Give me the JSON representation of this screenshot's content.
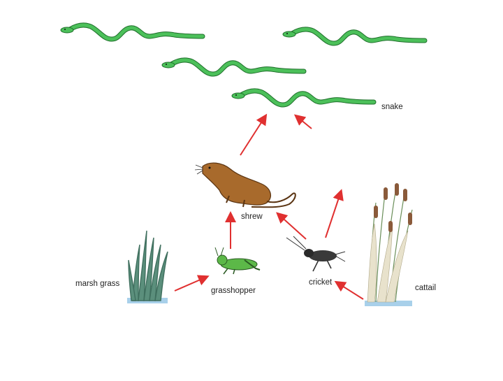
{
  "diagram": {
    "nodes": [
      {
        "id": "snake",
        "label": "snake",
        "icon": "snake-icon"
      },
      {
        "id": "shrew",
        "label": "shrew",
        "icon": "shrew-icon"
      },
      {
        "id": "grasshopper",
        "label": "grasshopper",
        "icon": "grasshopper-icon"
      },
      {
        "id": "cricket",
        "label": "cricket",
        "icon": "cricket-icon"
      },
      {
        "id": "marsh_grass",
        "label": "marsh grass",
        "icon": "marsh-grass-icon"
      },
      {
        "id": "cattail",
        "label": "cattail",
        "icon": "cattail-icon"
      }
    ],
    "edges": [
      {
        "from": "marsh_grass",
        "to": "grasshopper"
      },
      {
        "from": "grasshopper",
        "to": "shrew"
      },
      {
        "from": "cricket",
        "to": "shrew"
      },
      {
        "from": "cattail",
        "to": "cricket"
      },
      {
        "from": "shrew",
        "to": "snake"
      },
      {
        "from": "cricket",
        "to": "snake"
      },
      {
        "from": "cattail",
        "to": "snake"
      }
    ],
    "colors": {
      "arrow": "#e03030",
      "snake": "#4cc05a",
      "snake_outline": "#1e6e2a",
      "shrew": "#a86a2c",
      "grasshopper": "#5cb848",
      "cricket": "#3a3a3a",
      "grass": "#5b8f7c",
      "cattail_head": "#8a5a3a",
      "water": "#a8d0ea"
    }
  }
}
